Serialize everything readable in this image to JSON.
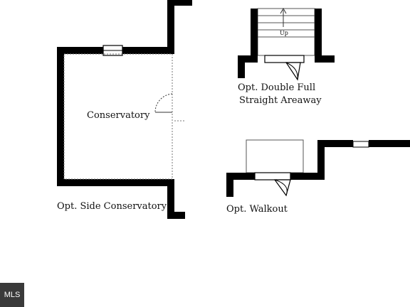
{
  "labels": {
    "conservatory_room": "Conservatory",
    "opt_side_conservatory": "Opt. Side Conservatory",
    "areaway_line1": "Opt. Double Full",
    "areaway_line2": "Straight Areaway",
    "stair_up": "Up",
    "opt_walkout": "Opt. Walkout"
  },
  "watermark": {
    "text": "MLS"
  },
  "colors": {
    "wall": "#000000",
    "background": "#ffffff",
    "dashed": "#777777",
    "badge": "#3a3a3a"
  }
}
